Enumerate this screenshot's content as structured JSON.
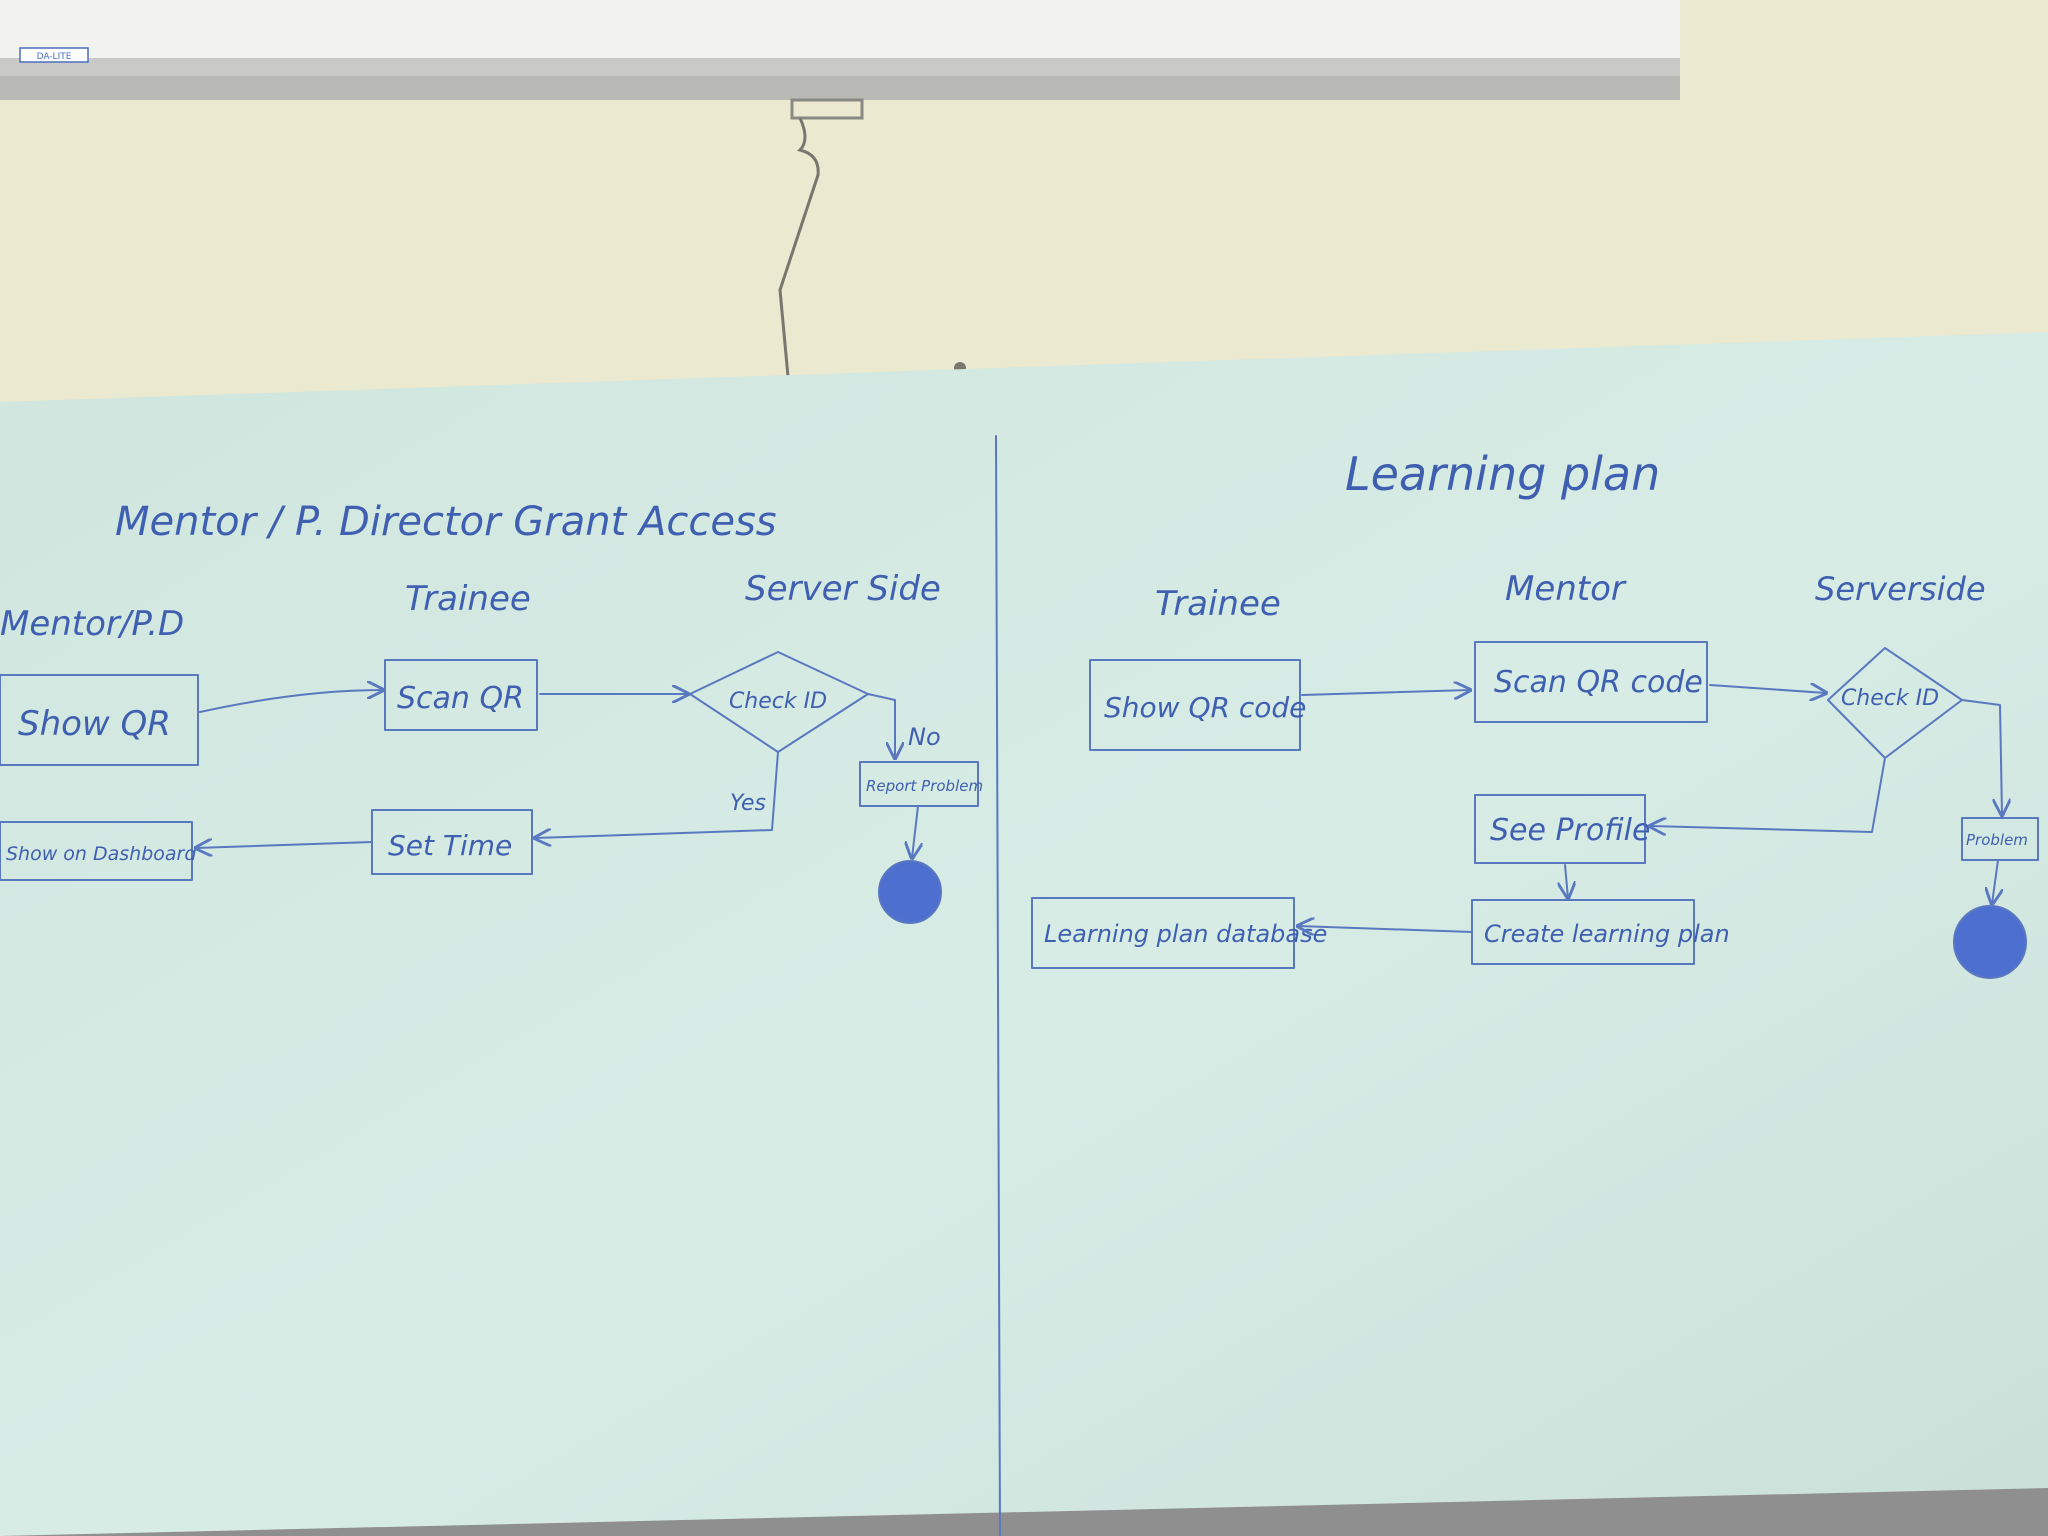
{
  "colors": {
    "wall": "#e9e8cf",
    "board": "#d3e8e0",
    "ink": "#4a68b8",
    "frame": "#eeeeea"
  },
  "projector": {
    "brand": "DA-LITE"
  },
  "left_diagram": {
    "title": "Mentor / P. Director Grant Access",
    "lanes": [
      "Mentor/P.D",
      "Trainee",
      "Server Side"
    ],
    "nodes": {
      "show_qr": "Show QR",
      "scan_qr": "Scan QR",
      "check_id": "Check ID",
      "report_problem": "Report Problem",
      "set_time": "Set Time",
      "show_dashboard": "Show on Dashboard"
    },
    "edges": {
      "no": "No",
      "yes": "Yes"
    }
  },
  "right_diagram": {
    "title": "Learning plan",
    "lanes": [
      "Trainee",
      "Mentor",
      "Serverside"
    ],
    "nodes": {
      "show_qr_code": "Show QR code",
      "scan_qr_code": "Scan QR code",
      "check_id": "Check ID",
      "problem": "Problem",
      "see_profile": "See Profile",
      "create_plan": "Create learning plan",
      "plan_database": "Learning plan database"
    }
  }
}
